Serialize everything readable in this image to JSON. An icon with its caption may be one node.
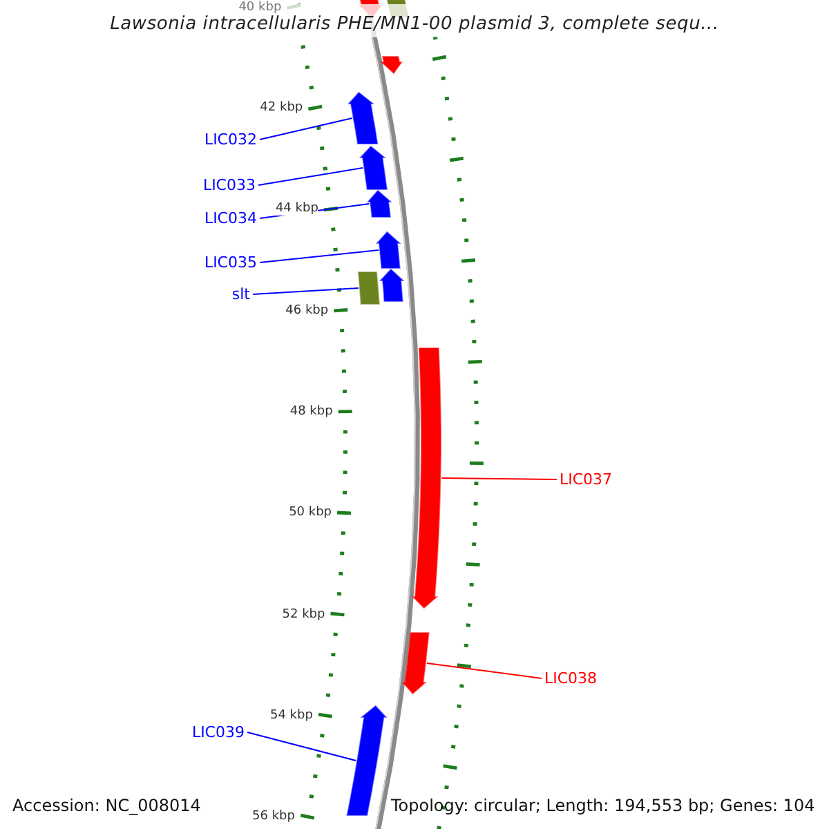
{
  "diagram": {
    "title": "Lawsonia intracellularis PHE/MN1-00 plasmid 3, complete sequ...",
    "nodes": [
      {
        "text": [
          "LIC032"
        ]
      },
      {
        "text": [
          "LIC033"
        ]
      },
      {
        "text": [
          "LIC034"
        ]
      },
      {
        "text": [
          "LIC035"
        ]
      },
      {
        "text": [
          "slt"
        ]
      },
      {
        "text": [
          "LIC037"
        ]
      },
      {
        "text": [
          "LIC038"
        ]
      },
      {
        "text": [
          "LIC039"
        ]
      },
      {
        "text": [],
        "shape": "bar"
      },
      {
        "text": [],
        "shape": "bar"
      },
      {
        "text": [],
        "shape": "bar"
      },
      {
        "text": [],
        "shape": "bar"
      },
      {
        "text": [],
        "shape": "bar"
      },
      {
        "text": [],
        "shape": "bar"
      },
      {
        "text": [],
        "shape": "bar"
      },
      {
        "text": [],
        "shape": "box"
      },
      {
        "text": [],
        "shape": "bar"
      },
      {
        "text": [],
        "shape": "bar"
      },
      {
        "text": [],
        "shape": "bar"
      },
      {
        "text": [],
        "shape": "bar"
      }
    ],
    "edges": [
      {
        "from": 0,
        "to": 11,
        "arrow": "none"
      },
      {
        "from": 1,
        "to": 12,
        "arrow": "none"
      },
      {
        "from": 2,
        "to": 13,
        "arrow": "none"
      },
      {
        "from": 3,
        "to": 14,
        "arrow": "none"
      },
      {
        "from": 4,
        "to": 15,
        "arrow": "none"
      },
      {
        "from": 5,
        "to": 17,
        "arrow": "none",
        "color": "#ff0000"
      },
      {
        "from": 6,
        "to": 18,
        "arrow": "none",
        "color": "#ff0000"
      },
      {
        "from": 7,
        "to": 19,
        "arrow": "none"
      }
    ],
    "labels": [
      "40 kbp",
      "42 kbp",
      "44 kbp",
      "46 kbp",
      "48 kbp",
      "50 kbp",
      "52 kbp",
      "54 kbp",
      "56 kbp",
      "Accession: NC_008014",
      "Topology: circular; Length: 194,553 bp; Genes: 104"
    ]
  }
}
